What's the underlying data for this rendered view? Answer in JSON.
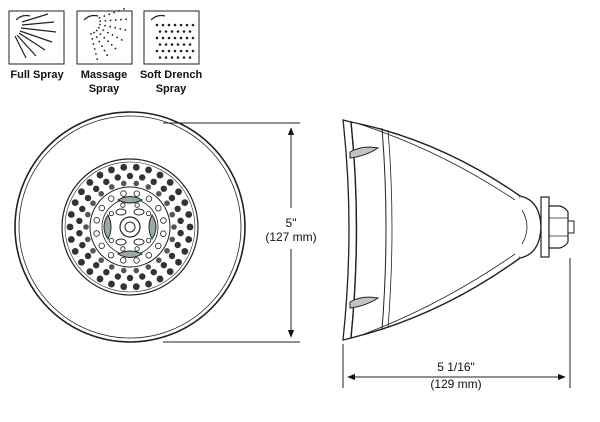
{
  "spray_modes": [
    {
      "icon": "full-spray-icon",
      "label_lines": [
        "Full Spray"
      ]
    },
    {
      "icon": "massage-spray-icon",
      "label_lines": [
        "Massage",
        "Spray"
      ]
    },
    {
      "icon": "soft-drench-spray-icon",
      "label_lines": [
        "Soft Drench",
        "Spray"
      ]
    }
  ],
  "dimensions": {
    "height_in": "5\"",
    "height_mm": "(127 mm)",
    "depth_in": "5 1/16\"",
    "depth_mm": "(129 mm)"
  }
}
